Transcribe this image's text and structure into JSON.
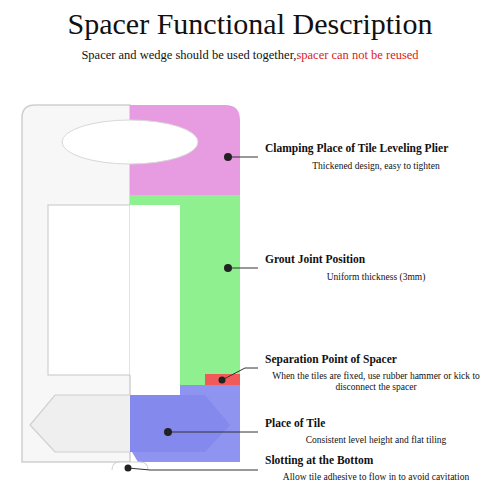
{
  "diagram": {
    "title": "Spacer Functional Description",
    "labels": [
      "Spacer and wedge should be used together,",
      "spacer can not be reused",
      "Clamping Place of Tile Leveling Plier",
      "Thickened design, easy to tighten",
      "Grout Joint Position",
      "Uniform thickness (3mm)",
      "Separation Point of Spacer",
      "When the tiles are fixed, use rubber hammer or kick to disconnect the spacer",
      "Place of Tile",
      "Consistent level height and flat tiling",
      "Slotting at the Bottom",
      "Allow tile adhesive to flow in to avoid cavitation"
    ]
  }
}
